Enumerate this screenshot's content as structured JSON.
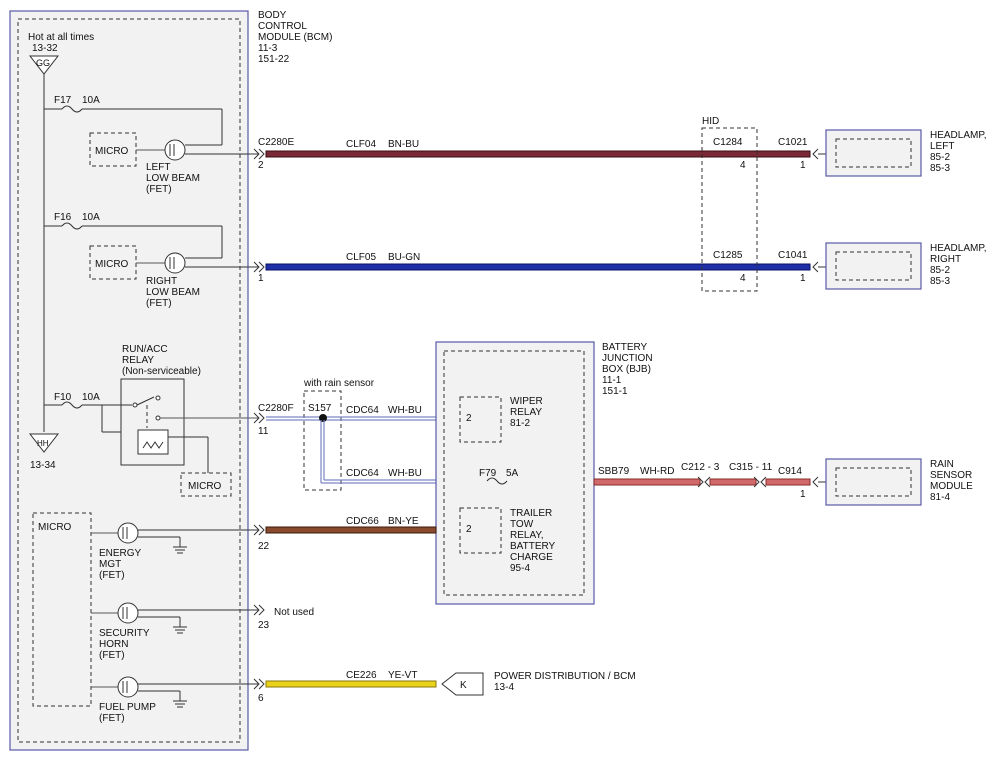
{
  "bcm": {
    "title": [
      "BODY",
      "CONTROL",
      "MODULE (BCM)",
      "11-3",
      "151-22"
    ]
  },
  "hot": {
    "label": "Hot at all times",
    "ref": "13-32",
    "symbol": "GG"
  },
  "ground_ref": {
    "symbol": "HH",
    "ref": "13-34"
  },
  "fuses": {
    "f17": "F17",
    "f17_amp": "10A",
    "f16": "F16",
    "f16_amp": "10A",
    "f10": "F10",
    "f10_amp": "10A",
    "f79": "F79",
    "f79_amp": "5A"
  },
  "micro": "MICRO",
  "fet": {
    "left_low": [
      "LEFT",
      "LOW BEAM",
      "(FET)"
    ],
    "right_low": [
      "RIGHT",
      "LOW BEAM",
      "(FET)"
    ],
    "energy": [
      "ENERGY",
      "MGT",
      "(FET)"
    ],
    "security": [
      "SECURITY",
      "HORN",
      "(FET)"
    ],
    "fuel": [
      "FUEL PUMP",
      "(FET)"
    ]
  },
  "relay": {
    "lines": [
      "RUN/ACC",
      "RELAY",
      "(Non-serviceable)"
    ]
  },
  "connectors": {
    "c2280e": "C2280E",
    "c2280f": "C2280F",
    "c1284": "C1284",
    "c1285": "C1285",
    "c1021": "C1021",
    "c1041": "C1041",
    "c212": "C212 - 3",
    "c315": "C315 - 11",
    "c914": "C914"
  },
  "pins": {
    "p2": "2",
    "p1": "1",
    "p11": "11",
    "p22": "22",
    "p23": "23",
    "p6": "6",
    "p4a": "4",
    "p4b": "4",
    "p1a": "1",
    "p1b": "1",
    "p1c": "1",
    "wiper_pin": "2",
    "trailer_pin": "2"
  },
  "wires": {
    "clf04": "CLF04",
    "clf04_color": "BN-BU",
    "clf05": "CLF05",
    "clf05_color": "BU-GN",
    "cdc64a": "CDC64",
    "cdc64a_color": "WH-BU",
    "cdc64b": "CDC64",
    "cdc64b_color": "WH-BU",
    "sbb79": "SBB79",
    "sbb79_color": "WH-RD",
    "cdc66": "CDC66",
    "cdc66_color": "BN-YE",
    "ce226": "CE226",
    "ce226_color": "YE-VT"
  },
  "hid": "HID",
  "headlamp_left": [
    "HEADLAMP,",
    "LEFT",
    "85-2",
    "85-3"
  ],
  "headlamp_right": [
    "HEADLAMP,",
    "RIGHT",
    "85-2",
    "85-3"
  ],
  "rain_sensor_option": "with rain sensor",
  "splice": "S157",
  "bjb": [
    "BATTERY",
    "JUNCTION",
    "BOX (BJB)",
    "11-1",
    "151-1"
  ],
  "wiper_relay": [
    "WIPER",
    "RELAY",
    "81-2"
  ],
  "trailer_relay": [
    "TRAILER",
    "TOW",
    "RELAY,",
    "BATTERY",
    "CHARGE",
    "95-4"
  ],
  "rain_sensor": [
    "RAIN",
    "SENSOR",
    "MODULE",
    "81-4"
  ],
  "not_used": "Not used",
  "power_dist": {
    "k": "K",
    "label": "POWER DISTRIBUTION / BCM",
    "ref": "13-4"
  },
  "colors": {
    "bn_bu": "#7a2a36",
    "bu_gn": "#1e2fa8",
    "wh_bu": "#7a86c8",
    "wh_rd": "#d06a6a",
    "bn_ye": "#8a4a2e",
    "ye_vt": "#e8d21a",
    "module_border": "#5a5aa8"
  }
}
